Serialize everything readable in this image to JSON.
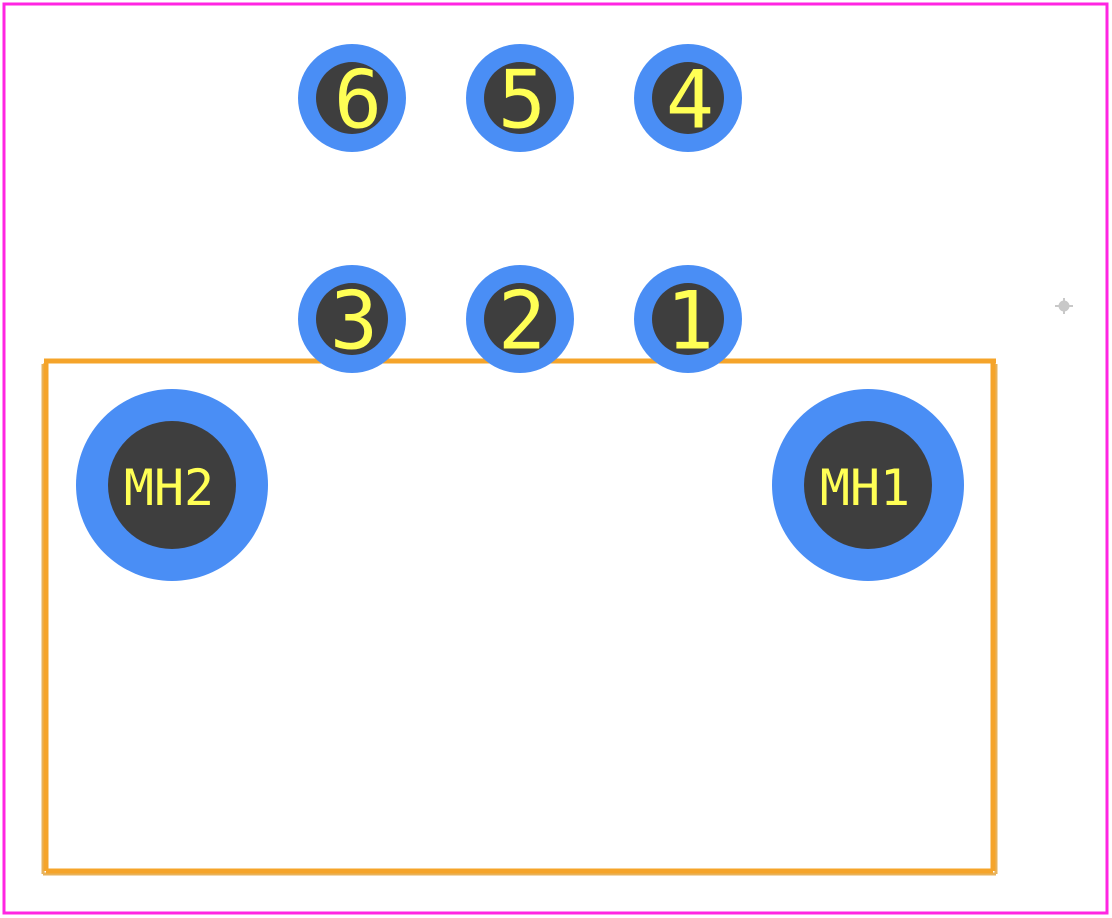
{
  "colors": {
    "background": "#ffffff",
    "courtyard": "#ff26e2",
    "silkscreen": "#f5a42a",
    "fabrication": "#e8b25a",
    "pad_copper": "#4a8ef5",
    "pad_hole": "#3e3e3e",
    "pad_label": "#ffff55",
    "origin_marker": "#c8c8c8"
  },
  "pads": [
    {
      "label": "6"
    },
    {
      "label": "5"
    },
    {
      "label": "4"
    },
    {
      "label": "3"
    },
    {
      "label": "2"
    },
    {
      "label": "1"
    },
    {
      "label": "MH2"
    },
    {
      "label": "MH1"
    }
  ]
}
